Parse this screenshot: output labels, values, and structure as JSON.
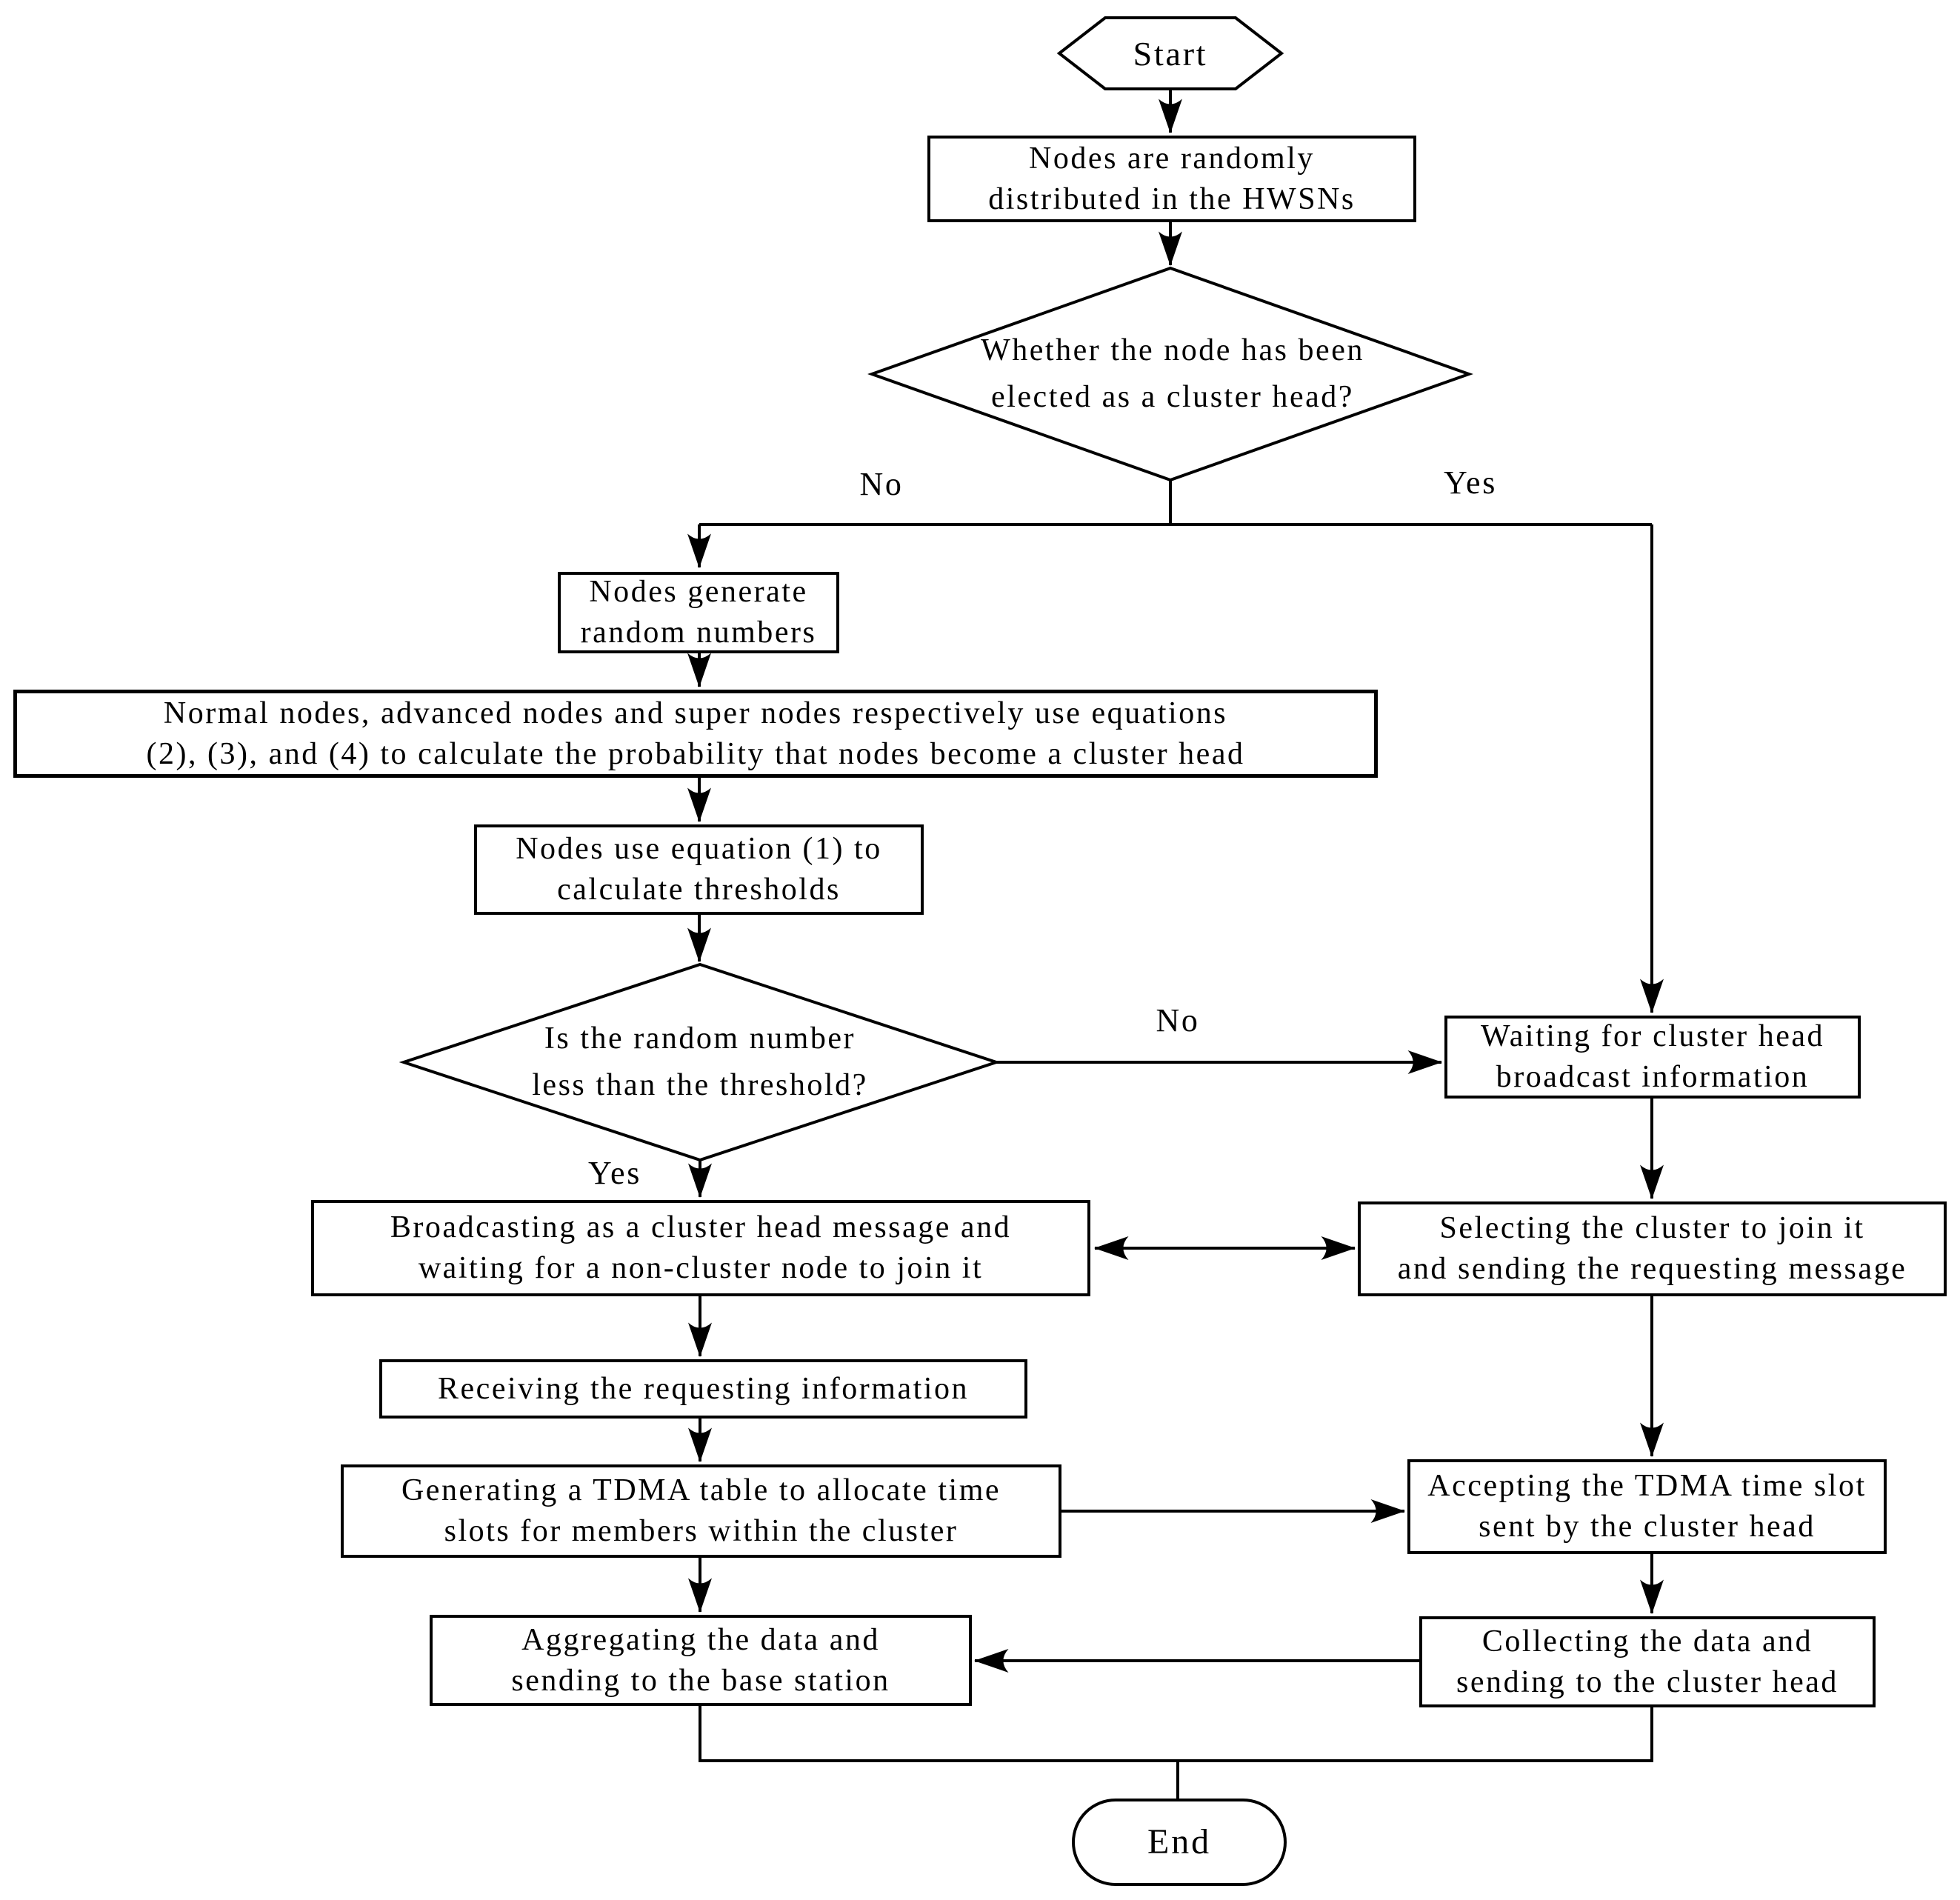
{
  "flowchart": {
    "colors": {
      "background": "#ffffff",
      "stroke": "#000000",
      "text": "#000000"
    },
    "nodes": {
      "start": {
        "type": "hexagon",
        "label": "Start"
      },
      "distribute": {
        "type": "process",
        "lines": [
          "Nodes are randomly",
          "distributed in the HWSNs"
        ]
      },
      "elected_decision": {
        "type": "decision",
        "lines": [
          "Whether the node has been",
          "elected as a cluster head?"
        ]
      },
      "generate_random": {
        "type": "process",
        "lines": [
          "Nodes generate",
          "random numbers"
        ]
      },
      "probability": {
        "type": "process",
        "lines": [
          "Normal nodes, advanced nodes and super nodes respectively use equations",
          "(2), (3), and (4) to calculate the probability that nodes become a cluster head"
        ]
      },
      "threshold": {
        "type": "process",
        "lines": [
          "Nodes use equation (1) to",
          "calculate thresholds"
        ]
      },
      "random_decision": {
        "type": "decision",
        "lines": [
          "Is the random number",
          "less than the threshold?"
        ]
      },
      "waiting": {
        "type": "process",
        "lines": [
          "Waiting for cluster head",
          "broadcast information"
        ]
      },
      "broadcasting": {
        "type": "process",
        "lines": [
          "Broadcasting as a cluster head message and",
          "waiting for a non-cluster node to join it"
        ]
      },
      "selecting": {
        "type": "process",
        "lines": [
          "Selecting the cluster to join it",
          "and sending the requesting message"
        ]
      },
      "receiving": {
        "type": "process",
        "lines": [
          "Receiving the requesting information"
        ]
      },
      "generating_tdma": {
        "type": "process",
        "lines": [
          "Generating a TDMA table to allocate time",
          "slots for members within the cluster"
        ]
      },
      "accepting_tdma": {
        "type": "process",
        "lines": [
          "Accepting the TDMA time slot",
          "sent by the cluster head"
        ]
      },
      "aggregating": {
        "type": "process",
        "lines": [
          "Aggregating the data and",
          "sending to the base station"
        ]
      },
      "collecting": {
        "type": "process",
        "lines": [
          "Collecting the data and",
          "sending to the cluster head"
        ]
      },
      "end": {
        "type": "terminator",
        "label": "End"
      }
    },
    "edge_labels": {
      "elected_no": "No",
      "elected_yes": "Yes",
      "random_yes": "Yes",
      "random_no": "No"
    }
  }
}
